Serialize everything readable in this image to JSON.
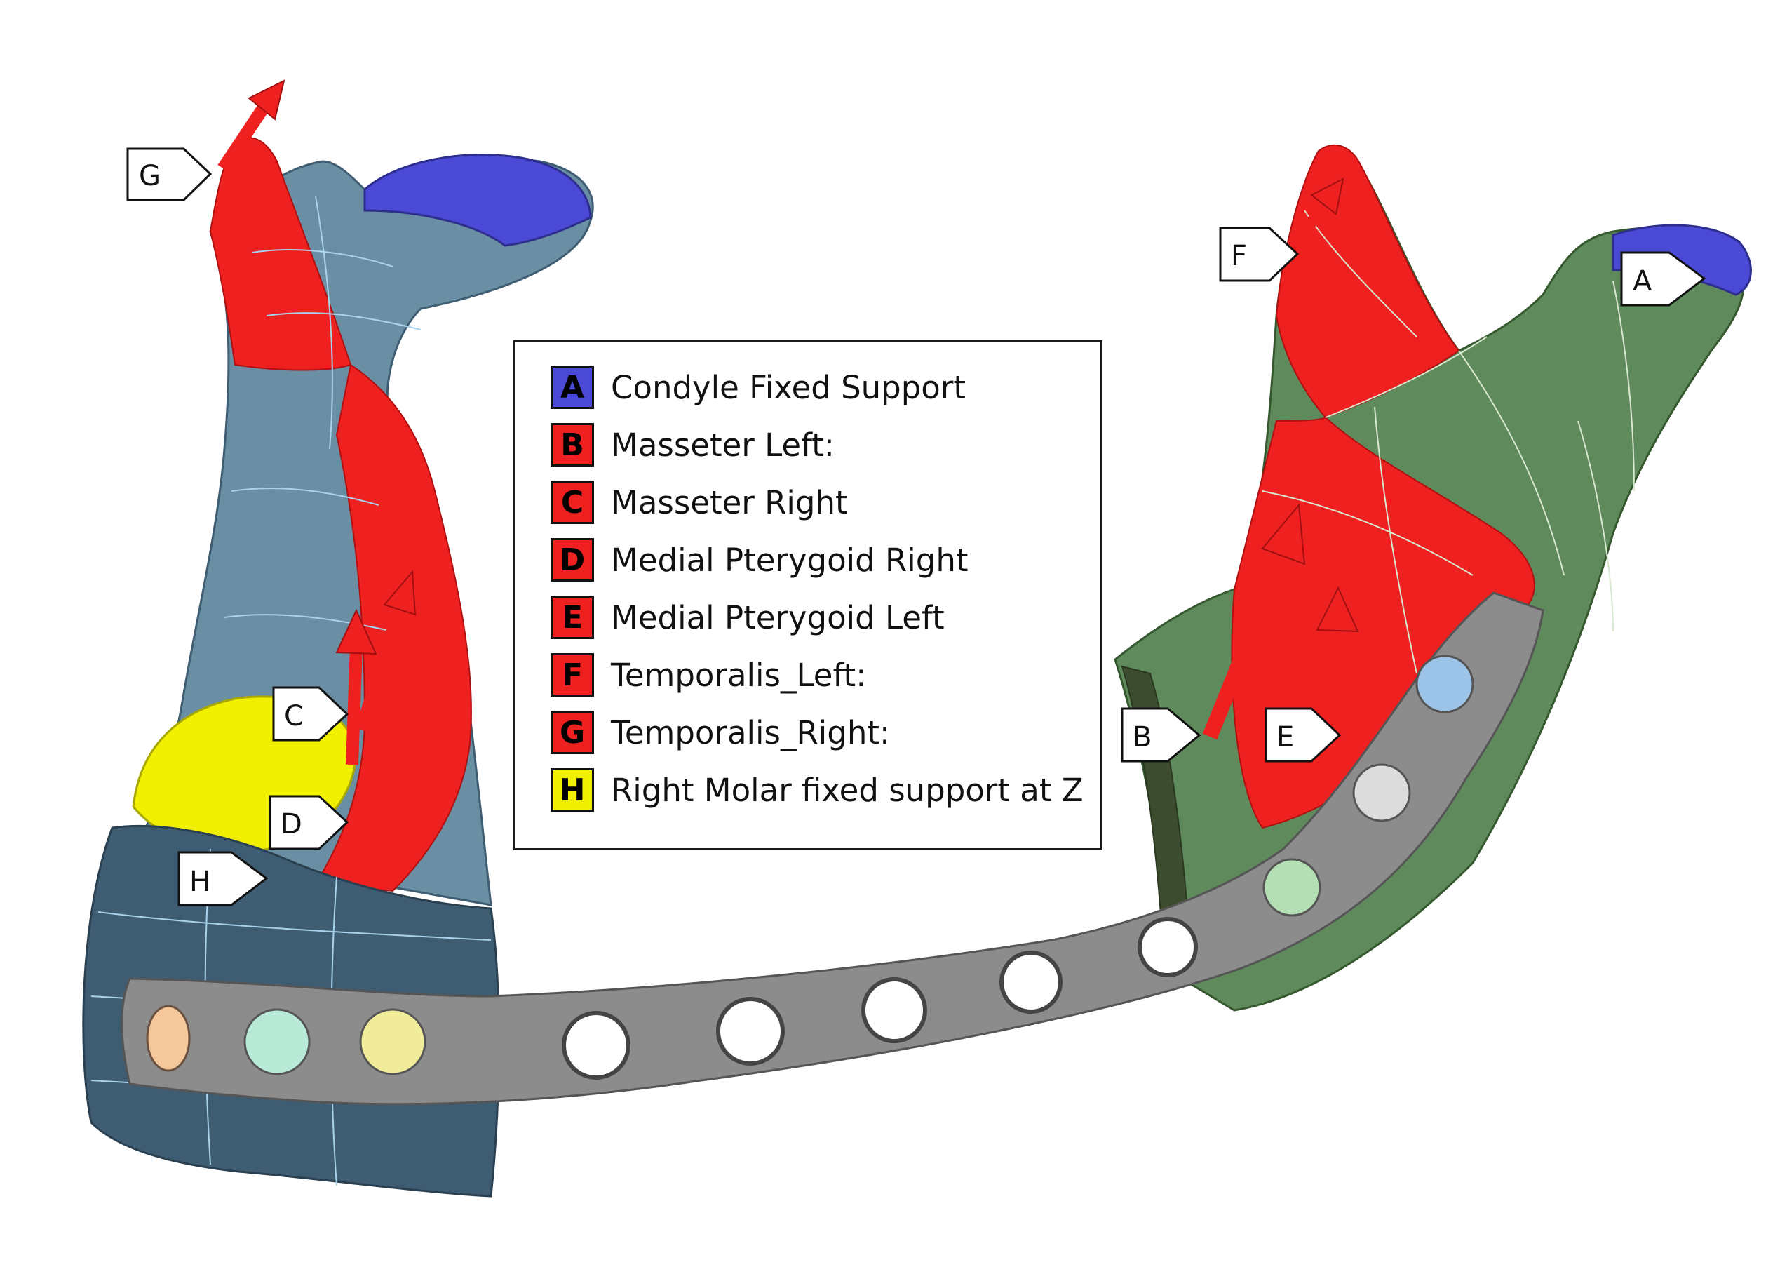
{
  "colors": {
    "fixed_support": "#4a4ad6",
    "muscle_force": "#ee2020",
    "molar_support": "#f0f000",
    "right_mandible": "#6a8ea3",
    "right_mandible_dark": "#3f5d72",
    "left_mandible": "#5f8a5c",
    "plate": "#8c8c8c",
    "edge_lines": "#a9d3ec"
  },
  "legend": [
    {
      "letter": "A",
      "label": "Condyle Fixed Support",
      "color": "#4a4ad6"
    },
    {
      "letter": "B",
      "label": "Masseter Left:",
      "color": "#ee2020"
    },
    {
      "letter": "C",
      "label": "Masseter Right",
      "color": "#ee2020"
    },
    {
      "letter": "D",
      "label": "Medial Pterygoid Right",
      "color": "#ee2020"
    },
    {
      "letter": "E",
      "label": "Medial Pterygoid Left",
      "color": "#ee2020"
    },
    {
      "letter": "F",
      "label": "Temporalis_Left:",
      "color": "#ee2020"
    },
    {
      "letter": "G",
      "label": "Temporalis_Right:",
      "color": "#ee2020"
    },
    {
      "letter": "H",
      "label": "Right Molar fixed support at Z",
      "color": "#f0f000"
    }
  ],
  "tags": {
    "A": "A",
    "B": "B",
    "C": "C",
    "D": "D",
    "E": "E",
    "F": "F",
    "G": "G",
    "H": "H"
  }
}
